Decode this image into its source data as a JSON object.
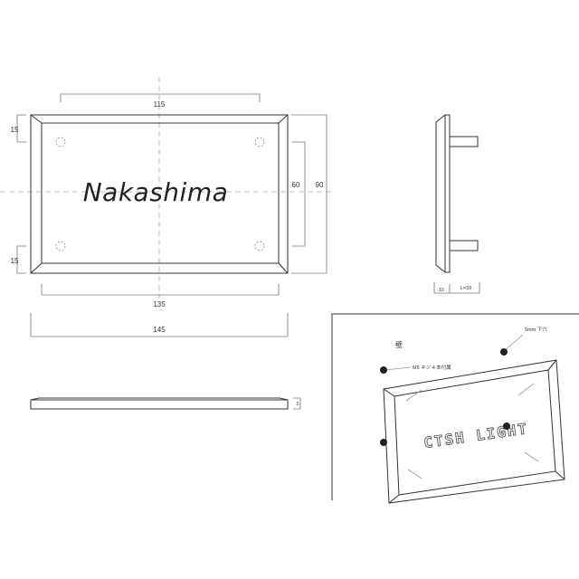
{
  "front_view": {
    "name_text": "Nakashima",
    "dims": {
      "inner_width": "115",
      "face_width": "135",
      "total_width": "145",
      "inner_height": "60",
      "total_height": "90",
      "top_margin": "15",
      "bottom_margin": "15"
    }
  },
  "edge_view": {
    "thickness": "5"
  },
  "side_view": {
    "plate_thickness": "10",
    "standoff_length": "L=33"
  },
  "perspective_view": {
    "wall_label": "壁",
    "hole_label": "5mm 下穴",
    "screw_label": "M5 ネジ 4 本付属",
    "sample_text": "CTSH LIGHT"
  }
}
